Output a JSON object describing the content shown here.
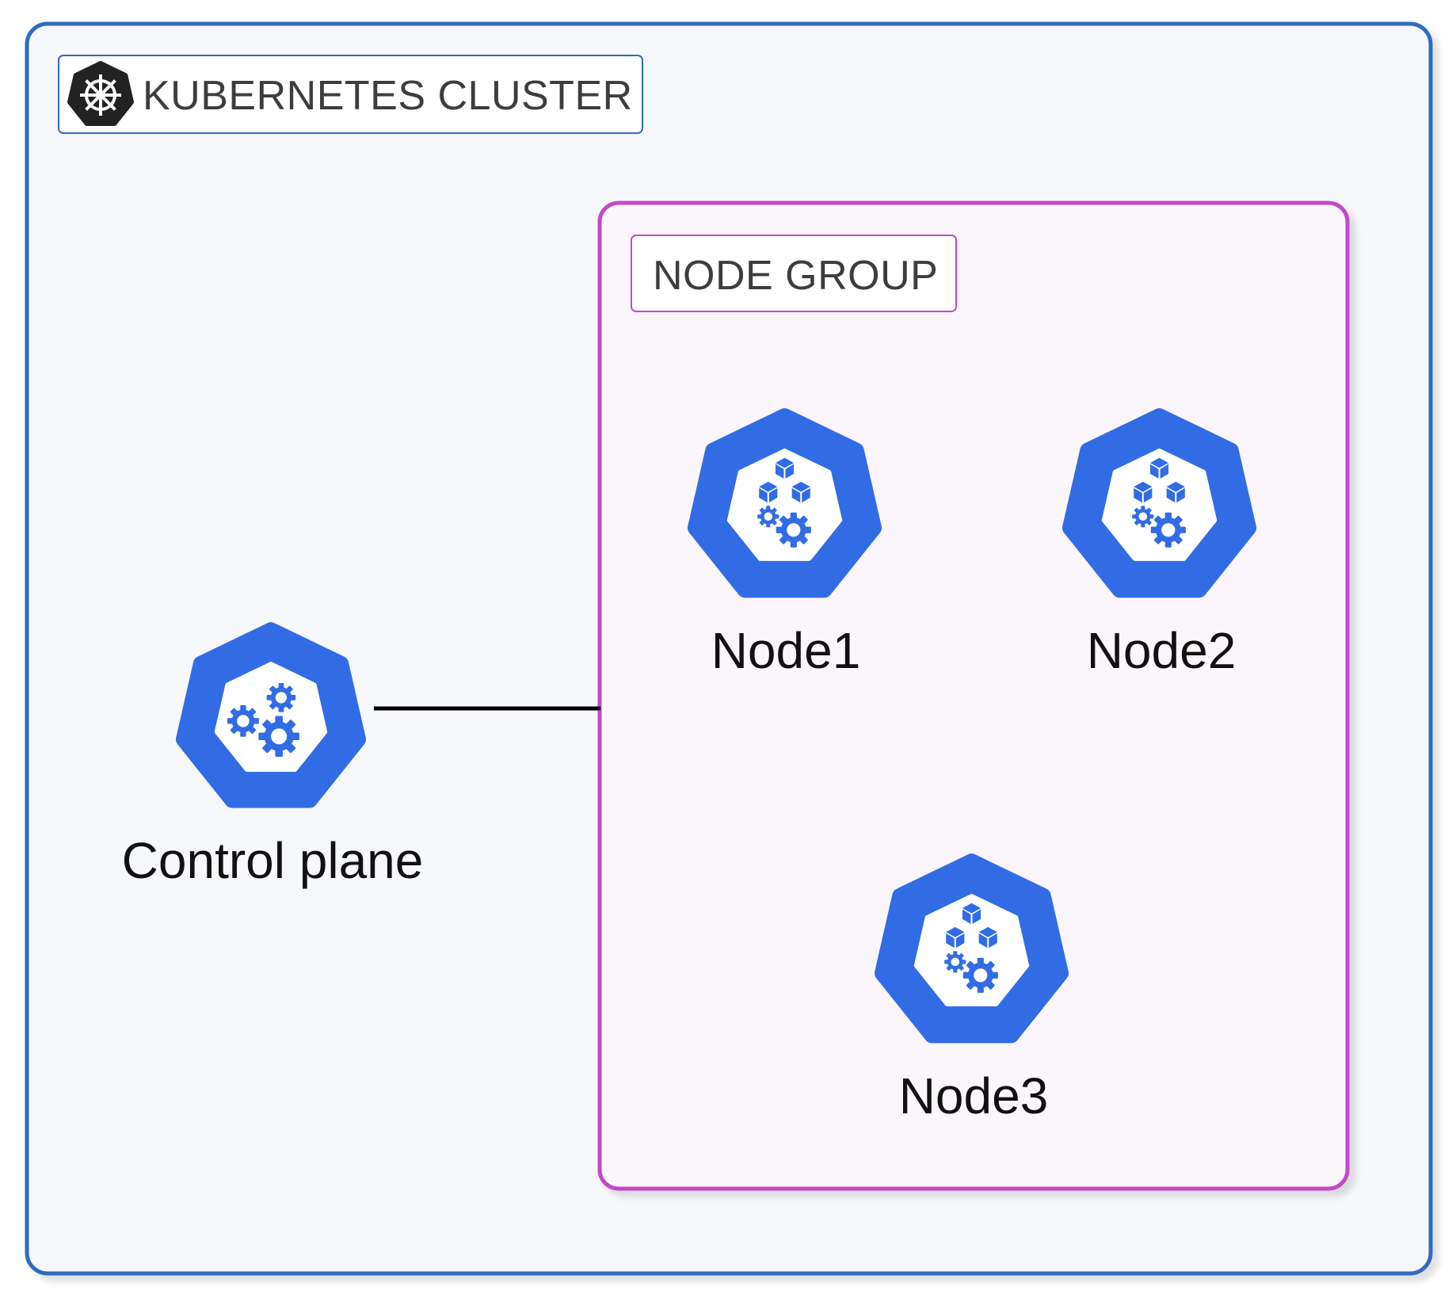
{
  "cluster": {
    "title": "KUBERNETES CLUSTER",
    "border_color": "#2f6cc0",
    "background": "#f7f8fc"
  },
  "node_group": {
    "title": "NODE GROUP",
    "border_color": "#c447c9",
    "background": "#fbf6fb"
  },
  "control_plane": {
    "label": "Control plane",
    "icon": "control-plane-icon"
  },
  "nodes": [
    {
      "label": "Node1",
      "icon": "worker-node-icon"
    },
    {
      "label": "Node2",
      "icon": "worker-node-icon"
    },
    {
      "label": "Node3",
      "icon": "worker-node-icon"
    }
  ],
  "connection": {
    "from": "Control plane",
    "to": "NODE GROUP"
  },
  "icon_color": "#326ce5"
}
